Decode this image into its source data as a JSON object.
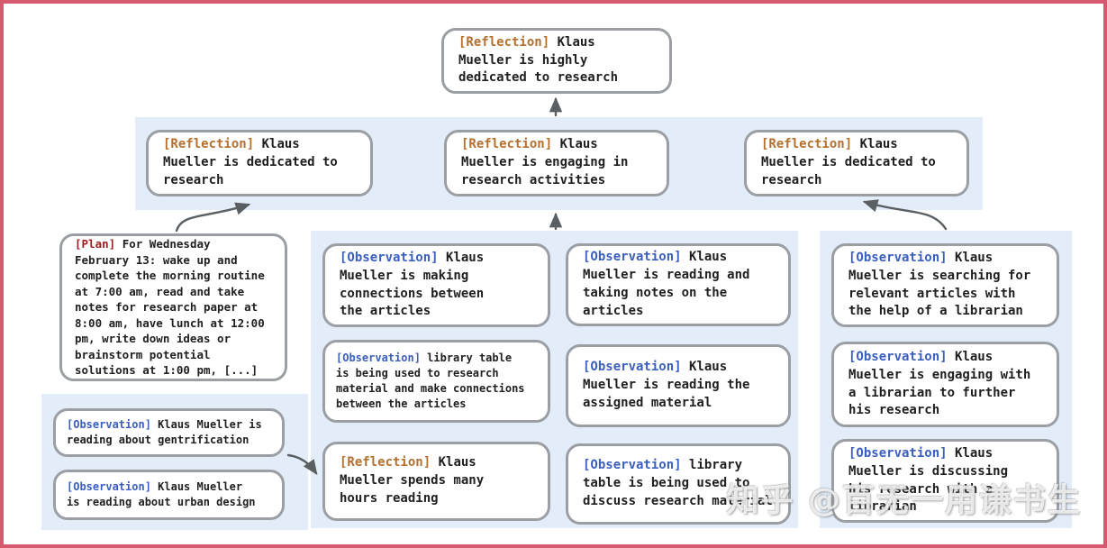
{
  "colors": {
    "frame_border": "#d6596d",
    "panel_blue": "#e3edfa",
    "node_border_gray": "#9b9fa4",
    "reflection_tag": "#b5702e",
    "observation_tag": "#3a5fbf",
    "plan_tag": "#9b1f1f",
    "arrow_gray": "#5a5f63",
    "body_text": "#1f1f1f"
  },
  "watermark": {
    "text": "知乎 @百无一用谦书生"
  },
  "nodes": {
    "top": {
      "tag": "[Reflection]",
      "text": "Klaus\nMueller is highly\ndedicated to research"
    },
    "r2_left": {
      "tag": "[Reflection]",
      "text": "Klaus\nMueller is dedicated to\nresearch"
    },
    "r2_mid": {
      "tag": "[Reflection]",
      "text": "Klaus\nMueller is engaging in\nresearch activities"
    },
    "r2_right": {
      "tag": "[Reflection]",
      "text": "Klaus\nMueller is dedicated to\nresearch"
    },
    "plan": {
      "tag": "[Plan]",
      "text": "For Wednesday\nFebruary 13: wake up and\ncomplete the morning routine\nat 7:00 am, read and take\nnotes for research paper at\n8:00 am, have lunch at 12:00\npm, write down ideas or\nbrainstorm potential\nsolutions at 1:00 pm, [...]"
    },
    "left_obs_1": {
      "tag": "[Observation]",
      "text": "Klaus Mueller is\nreading about gentrification"
    },
    "left_obs_2": {
      "tag": "[Observation]",
      "text": "Klaus Mueller\nis reading about urban design"
    },
    "mid_a1": {
      "tag": "[Observation]",
      "text": "Klaus\nMueller is making\nconnections between\nthe articles"
    },
    "mid_a2": {
      "tag": "[Observation]",
      "text": "library table\nis being used to research\nmaterial and make connections\nbetween the articles"
    },
    "mid_a3": {
      "tag": "[Reflection]",
      "text": "Klaus\nMueller spends many\nhours reading"
    },
    "mid_b1": {
      "tag": "[Observation]",
      "text": "Klaus\nMueller is reading and\ntaking notes on the\narticles"
    },
    "mid_b2": {
      "tag": "[Observation]",
      "text": "Klaus\nMueller is reading the\nassigned material"
    },
    "mid_b3": {
      "tag": "[Observation]",
      "text": "library\ntable is being used to\ndiscuss research material"
    },
    "right_c1": {
      "tag": "[Observation]",
      "text": "Klaus\nMueller is searching for\nrelevant articles with\nthe help of a librarian"
    },
    "right_c2": {
      "tag": "[Observation]",
      "text": "Klaus\nMueller is engaging with\na librarian to further\nhis research"
    },
    "right_c3": {
      "tag": "[Observation]",
      "text": "Klaus\nMueller is discussing\nhis research with a\nlibrarian"
    }
  }
}
